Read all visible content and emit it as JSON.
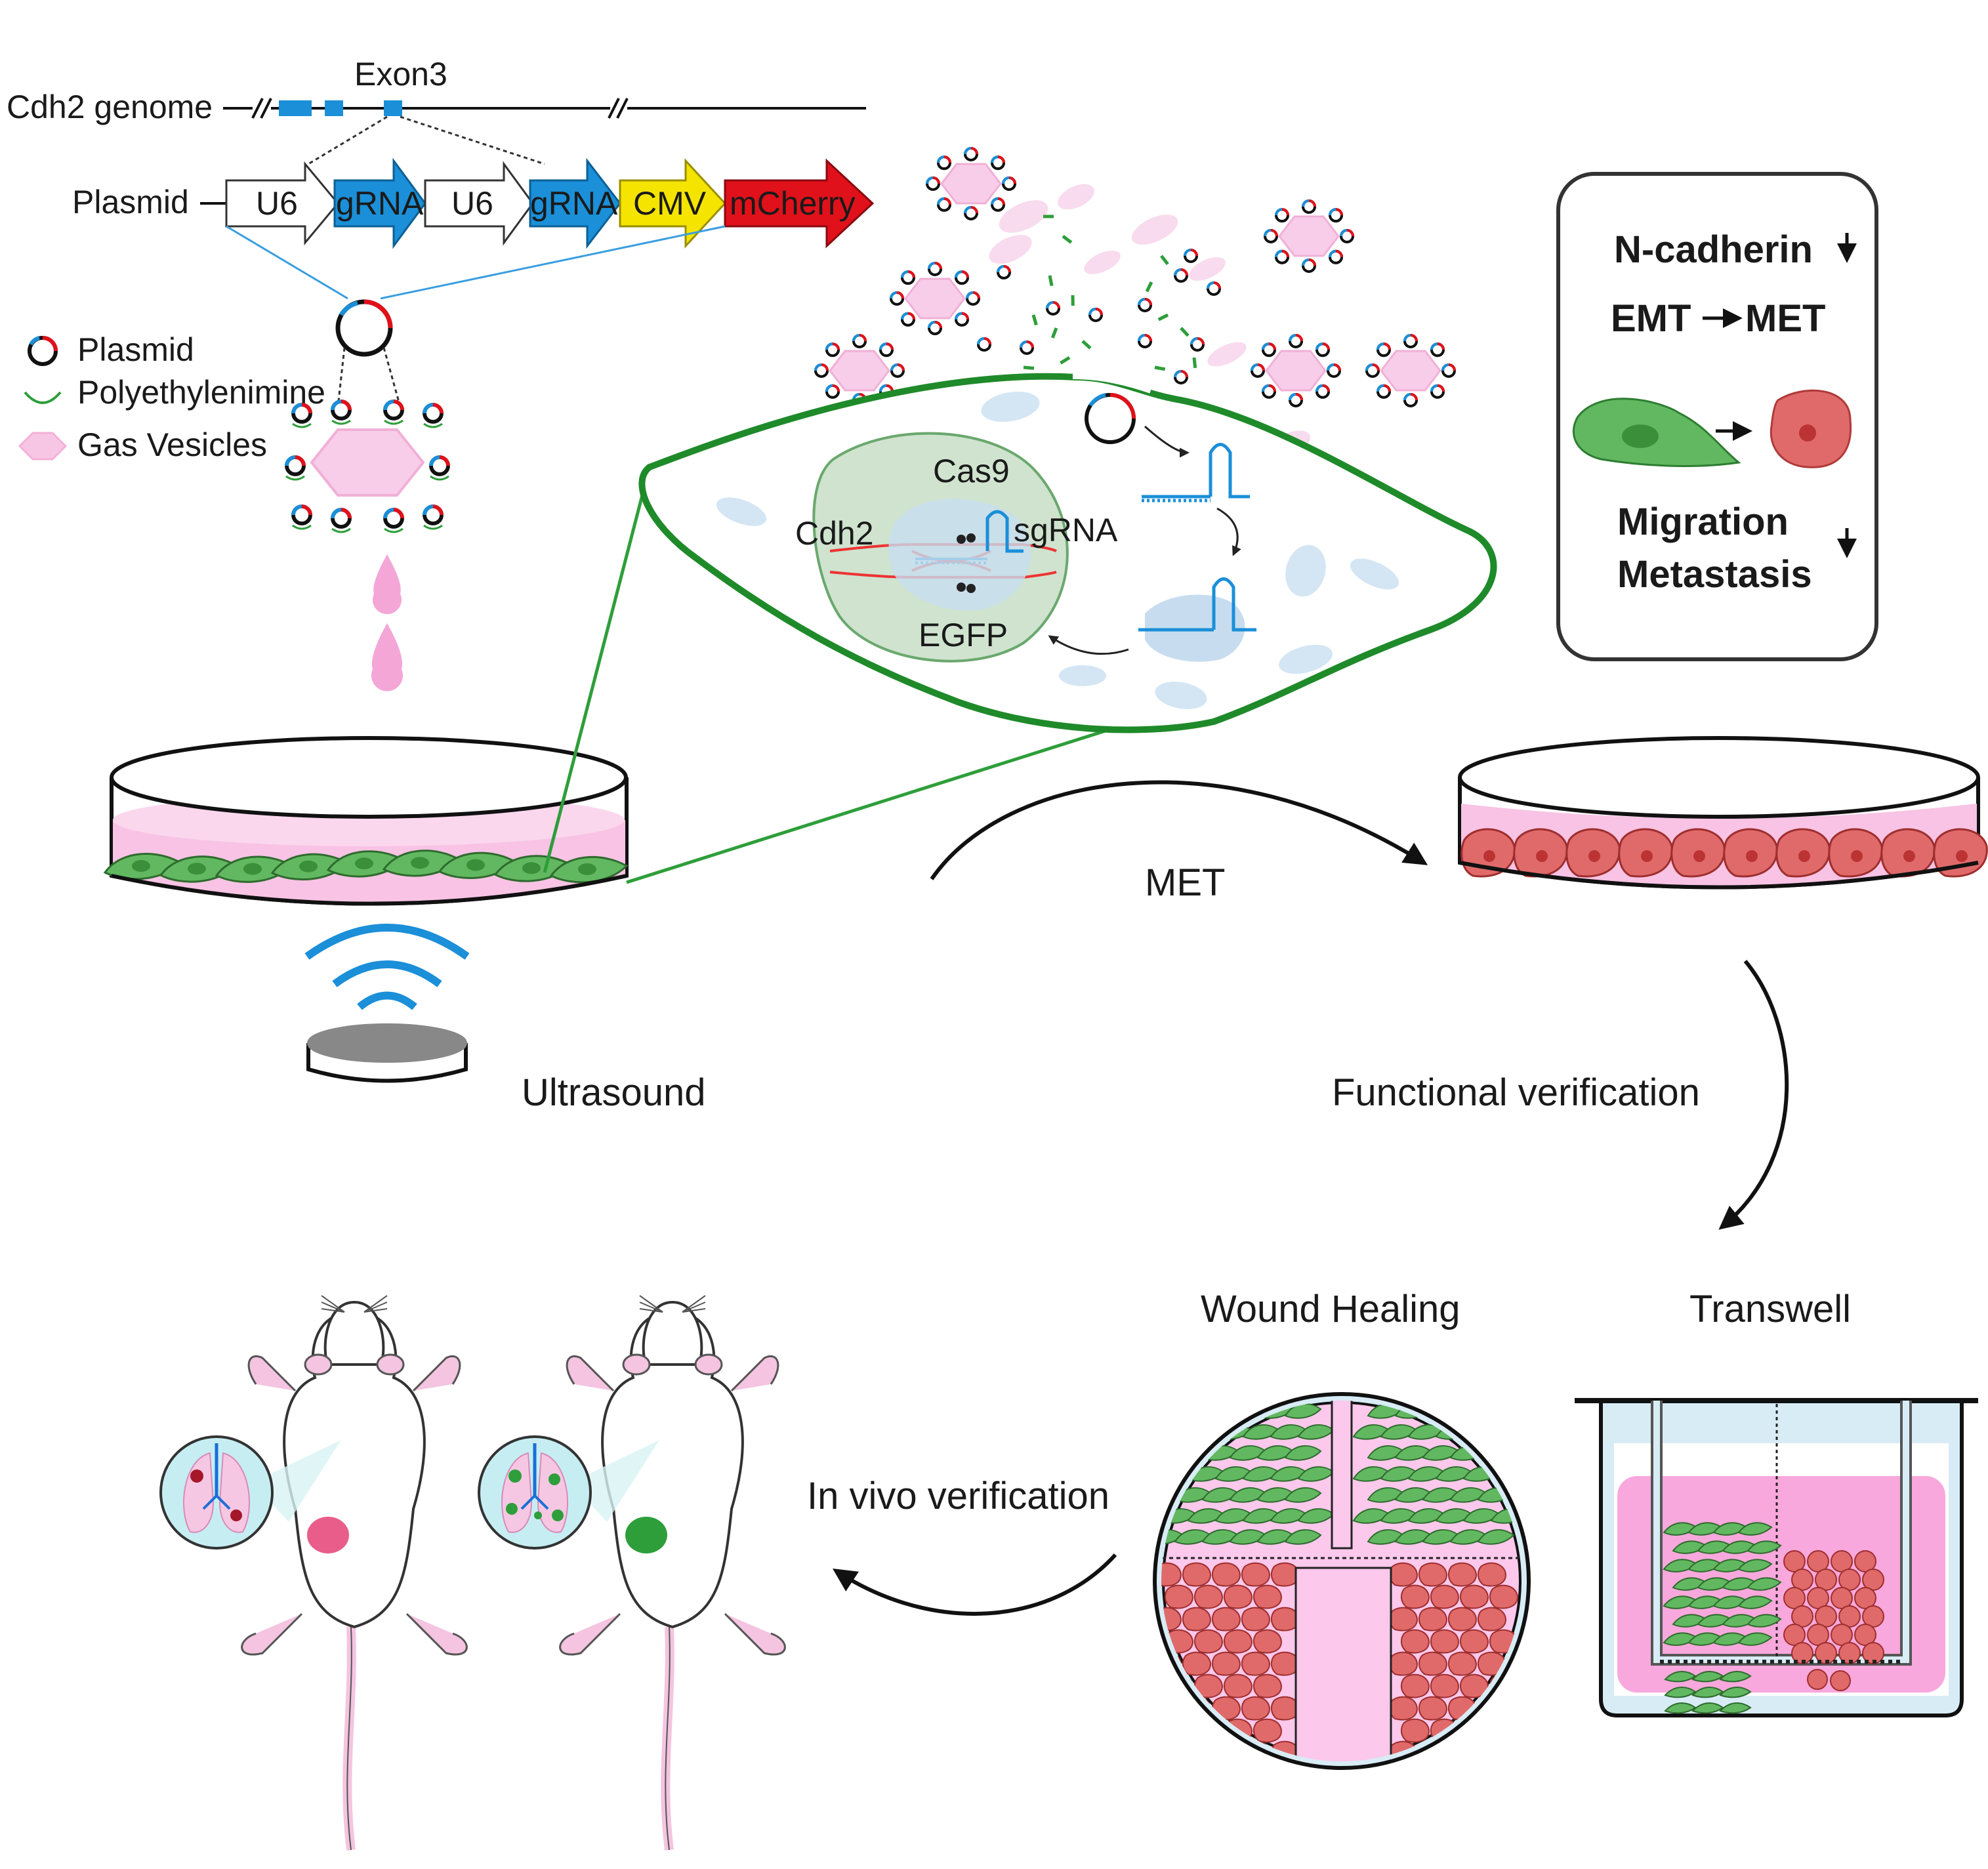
{
  "genome": {
    "label": "Cdh2 genome",
    "exon_label": "Exon3"
  },
  "plasmid_construct": {
    "label": "Plasmid",
    "elements": [
      "U6",
      "gRNA1",
      "U6",
      "gRNA2",
      "CMV",
      "mCherry"
    ]
  },
  "legend": {
    "items": [
      "Plasmid",
      "Polyethylenimine",
      "Gas Vesicles"
    ]
  },
  "cell_inset": {
    "cas9_label": "Cas9",
    "sgrna_label": "sgRNA",
    "target_label": "Cdh2",
    "reporter_label": "EGFP"
  },
  "summary_box": {
    "line1": "N-cadherin",
    "line2a": "EMT",
    "line2b": "MET",
    "line3": "Migration",
    "line4": "Metastasis"
  },
  "steps": {
    "ultrasound": "Ultrasound",
    "met": "MET",
    "functional": "Functional verification",
    "wound": "Wound Healing",
    "transwell": "Transwell",
    "in_vivo": "In vivo verification"
  },
  "colors": {
    "blue": "#1b8fd8",
    "yellow": "#f5e400",
    "red": "#e0111a",
    "green": "#2e9e3a",
    "cell_green": "#62b860",
    "cell_red": "#e06a6a",
    "pink": "#f7b8dd",
    "dark_green": "#1f7a28"
  }
}
